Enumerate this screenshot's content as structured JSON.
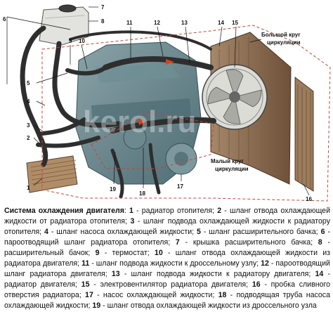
{
  "callouts": [
    "1",
    "2",
    "3",
    "4",
    "5",
    "6",
    "7",
    "8",
    "9",
    "10",
    "11",
    "12",
    "13",
    "14",
    "15",
    "16",
    "17",
    "18",
    "19"
  ],
  "annotations": {
    "big_loop_line1": "Большой круг",
    "big_loop_line2": "циркуляции",
    "small_loop_line1": "Малый круг",
    "small_loop_line2": "циркуляции"
  },
  "watermark": "kerol.ru",
  "caption": {
    "title": "Система охлаждения двигателя",
    "items": [
      {
        "n": "1",
        "text": "радиатор отопителя"
      },
      {
        "n": "2",
        "text": "шланг отвода охлаждающей жидкости от радиатора отопителя"
      },
      {
        "n": "3",
        "text": "шланг подвода охлаждающей жидкости к радиатору отопителя"
      },
      {
        "n": "4",
        "text": "шланг насоса охлаждающей жидкости"
      },
      {
        "n": "5",
        "text": "шланг расширительного бачка"
      },
      {
        "n": "6",
        "text": "пароотводящий шланг радиатора отопителя"
      },
      {
        "n": "7",
        "text": "крышка расширительного бачка"
      },
      {
        "n": "8",
        "text": "расширительный бачок"
      },
      {
        "n": "9",
        "text": "термостат"
      },
      {
        "n": "10",
        "text": "шланг отвода охлаждающей жидкости из радиатора двигателя"
      },
      {
        "n": "11",
        "text": "шланг подвода жидкости к дроссельному узлу"
      },
      {
        "n": "12",
        "text": "пароотводящий шланг радиатора двигателя"
      },
      {
        "n": "13",
        "text": "шланг подвода жидкости к радиатору двигателя"
      },
      {
        "n": "14",
        "text": "радиатор двигателя"
      },
      {
        "n": "15",
        "text": "электровентилятор радиатора двигателя"
      },
      {
        "n": "16",
        "text": "пробка сливного отверстия радиатора"
      },
      {
        "n": "17",
        "text": "насос охлаждающей жидкости"
      },
      {
        "n": "18",
        "text": "подводящая труба насоса охлаждающей жидкости"
      },
      {
        "n": "19",
        "text": "шланг отвода охлаждающей жидкости из дроссельного узла"
      }
    ]
  },
  "colors": {
    "hose": "#2e2e2e",
    "engine": "#5f7f86",
    "radiator": "#8b6a4e",
    "flow_arrow": "#d8431a",
    "loop_dash": "#c0473a"
  }
}
